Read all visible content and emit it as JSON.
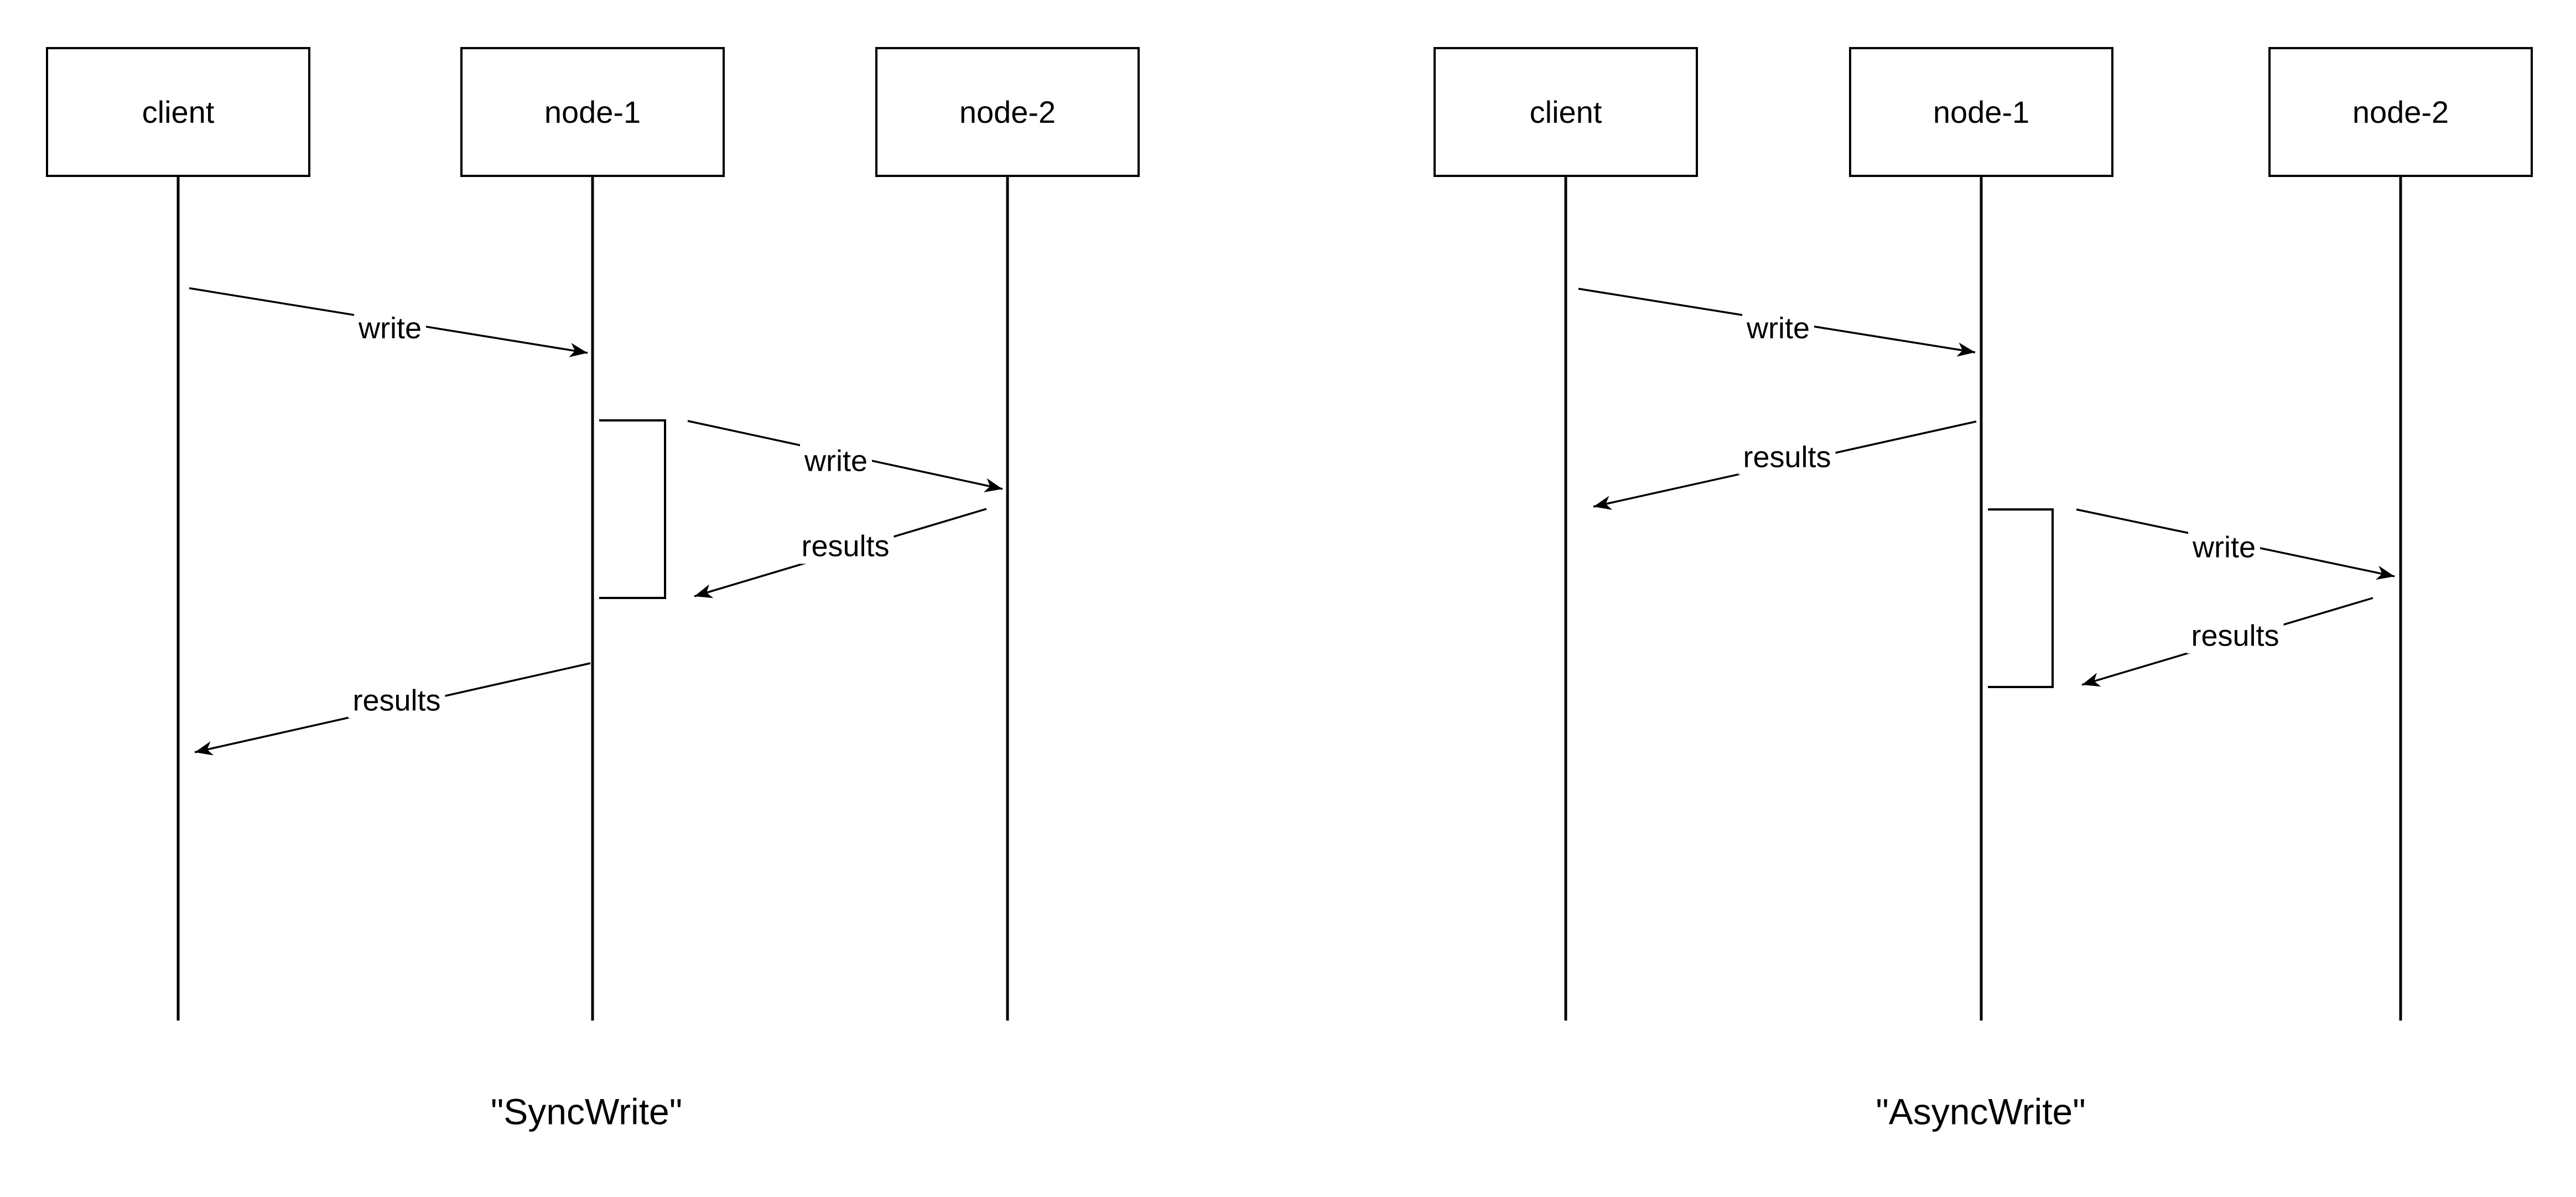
{
  "diagram_type": "sequence-diagram-pair",
  "colors": {
    "stroke": "#000000",
    "background": "#ffffff"
  },
  "diagrams": [
    {
      "caption": "\"SyncWrite\"",
      "actors": [
        {
          "label": "client"
        },
        {
          "label": "node-1"
        },
        {
          "label": "node-2"
        }
      ],
      "messages": [
        {
          "label": "write",
          "from": "client",
          "to": "node-1"
        },
        {
          "label": "write",
          "from": "node-1",
          "to": "node-2"
        },
        {
          "label": "results",
          "from": "node-2",
          "to": "node-1"
        },
        {
          "label": "results",
          "from": "node-1",
          "to": "client"
        }
      ]
    },
    {
      "caption": "\"AsyncWrite\"",
      "actors": [
        {
          "label": "client"
        },
        {
          "label": "node-1"
        },
        {
          "label": "node-2"
        }
      ],
      "messages": [
        {
          "label": "write",
          "from": "client",
          "to": "node-1"
        },
        {
          "label": "results",
          "from": "node-1",
          "to": "client"
        },
        {
          "label": "write",
          "from": "node-1",
          "to": "node-2"
        },
        {
          "label": "results",
          "from": "node-2",
          "to": "node-1"
        }
      ]
    }
  ]
}
